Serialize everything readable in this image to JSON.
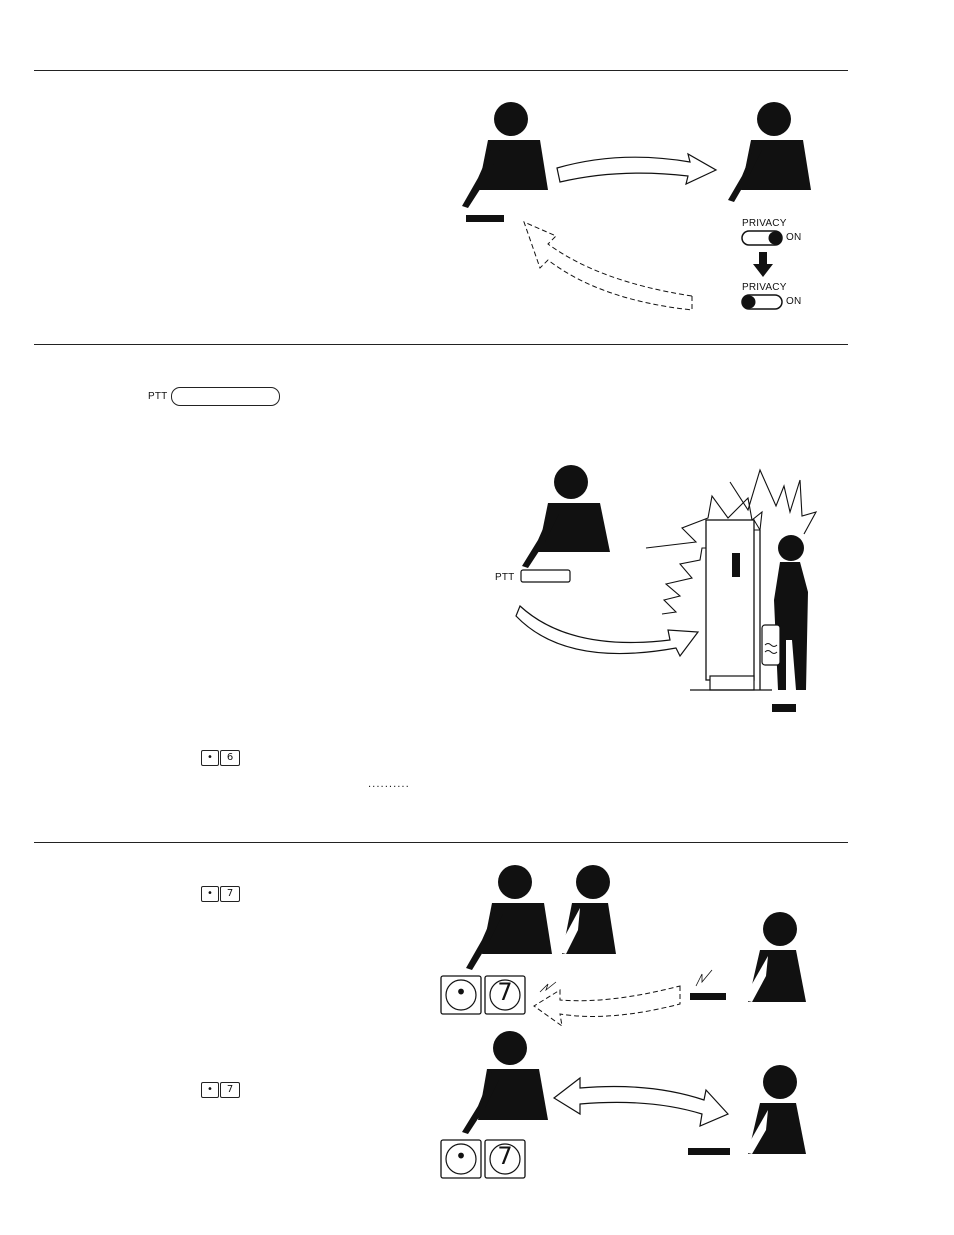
{
  "section1": {
    "privacy_label_top": "PRIVACY",
    "on_label_top": "ON",
    "privacy_label_bottom": "PRIVACY",
    "on_label_bottom": "ON"
  },
  "section2": {
    "ptt_label_top": "PTT",
    "ptt_label_illustration": "PTT",
    "key_dot": "•",
    "key_6": "6",
    "dotted_leader": ".........."
  },
  "section3": {
    "key_dot_a": "•",
    "key_7_a": "7",
    "key_dot_b": "•",
    "key_7_b": "7",
    "big_key_dot_a": "•",
    "big_key_7_a": "7",
    "big_key_dot_b": "•",
    "big_key_7_b": "7"
  }
}
